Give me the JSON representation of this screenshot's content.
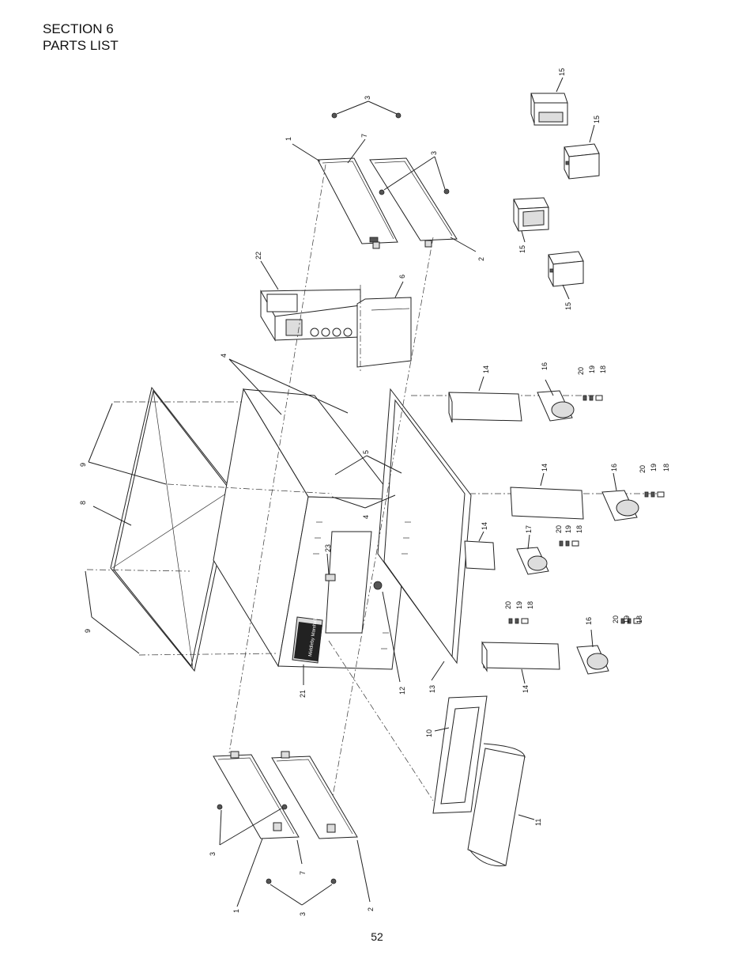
{
  "header": {
    "section": "SECTION 6",
    "title": "PARTS LIST"
  },
  "footer": {
    "page_number": "52"
  },
  "diagram": {
    "callouts": [
      "1",
      "2",
      "3",
      "4",
      "5",
      "6",
      "7",
      "8",
      "9",
      "10",
      "11",
      "12",
      "13",
      "14",
      "15",
      "16",
      "17",
      "18",
      "19",
      "20",
      "21",
      "22",
      "23"
    ],
    "logo_text": "Middleby Marshall"
  }
}
